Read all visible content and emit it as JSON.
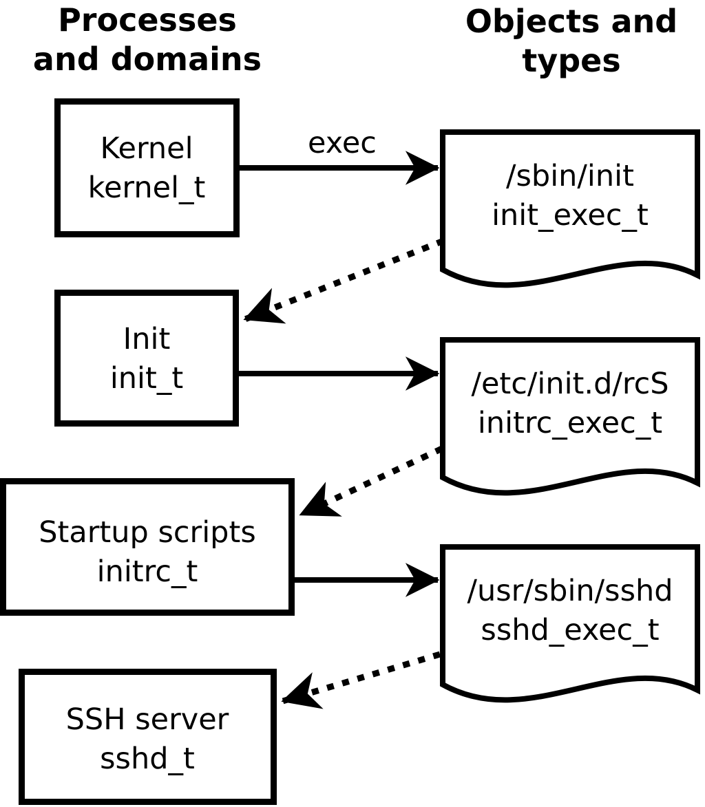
{
  "title_headers": {
    "processes": {
      "line1": "Processes",
      "line2": "and domains"
    },
    "objects": {
      "line1": "Objects and",
      "line2": "types"
    }
  },
  "process_boxes": [
    {
      "label": "Kernel",
      "domain": "kernel_t"
    },
    {
      "label": "Init",
      "domain": "init_t"
    },
    {
      "label": "Startup scripts",
      "domain": "initrc_t"
    },
    {
      "label": "SSH server",
      "domain": "sshd_t"
    }
  ],
  "object_documents": [
    {
      "path": "/sbin/init",
      "type": "init_exec_t"
    },
    {
      "path": "/etc/init.d/rcS",
      "type": "initrc_exec_t"
    },
    {
      "path": "/usr/sbin/sshd",
      "type": "sshd_exec_t"
    }
  ],
  "arrow_labels": {
    "exec": "exec"
  },
  "colors": {
    "line": "#000000",
    "background": "#ffffff"
  }
}
